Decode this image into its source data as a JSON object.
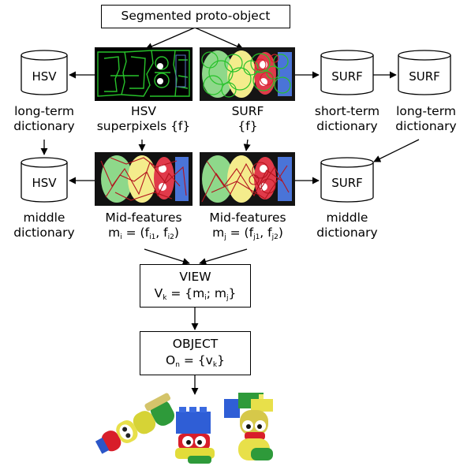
{
  "top_box": "Segmented proto-object",
  "cylinders": {
    "hsv_longterm": "HSV",
    "hsv_middle": "HSV",
    "surf_shortterm": "SURF",
    "surf_longterm": "SURF",
    "surf_middle": "SURF"
  },
  "labels": {
    "hsv_longterm_1": "long-term",
    "hsv_longterm_2": "dictionary",
    "hsv_superpixels_1": "HSV",
    "hsv_superpixels_2": "superpixels {f}",
    "surf_features_1": "SURF",
    "surf_features_2": "{f}",
    "surf_shortterm_1": "short-term",
    "surf_shortterm_2": "dictionary",
    "surf_longterm_1": "long-term",
    "surf_longterm_2": "dictionary",
    "hsv_middle_1": "middle",
    "hsv_middle_2": "dictionary",
    "midfeat_i_title": "Mid-features",
    "midfeat_j_title": "Mid-features",
    "surf_middle_1": "middle",
    "surf_middle_2": "dictionary"
  },
  "formulas": {
    "mi": {
      "lhs": "m",
      "lhs_sub": "i",
      "eq": " = (f",
      "a_sub": "i1",
      "mid": ", f",
      "b_sub": "i2",
      "end": ")"
    },
    "mj": {
      "lhs": "m",
      "lhs_sub": "j",
      "eq": " = (f",
      "a_sub": "j1",
      "mid": ", f",
      "b_sub": "j2",
      "end": ")"
    }
  },
  "view_box": {
    "title": "VIEW",
    "v": "V",
    "v_sub": "k",
    "eq": " = {m",
    "a_sub": "i",
    "mid": "; m",
    "b_sub": "j",
    "end": "}"
  },
  "object_box": {
    "title": "OBJECT",
    "o": "O",
    "o_sub": "n",
    "eq": " = {v",
    "a_sub": "k",
    "end": "}"
  },
  "colors": {
    "green_blob": "#8ed88a",
    "yellow_blob": "#f4ec8c",
    "red_blob": "#e03a4a",
    "blue_blob": "#4a74d8",
    "contour_green": "#27c22a",
    "feature_red": "#b4141e"
  }
}
